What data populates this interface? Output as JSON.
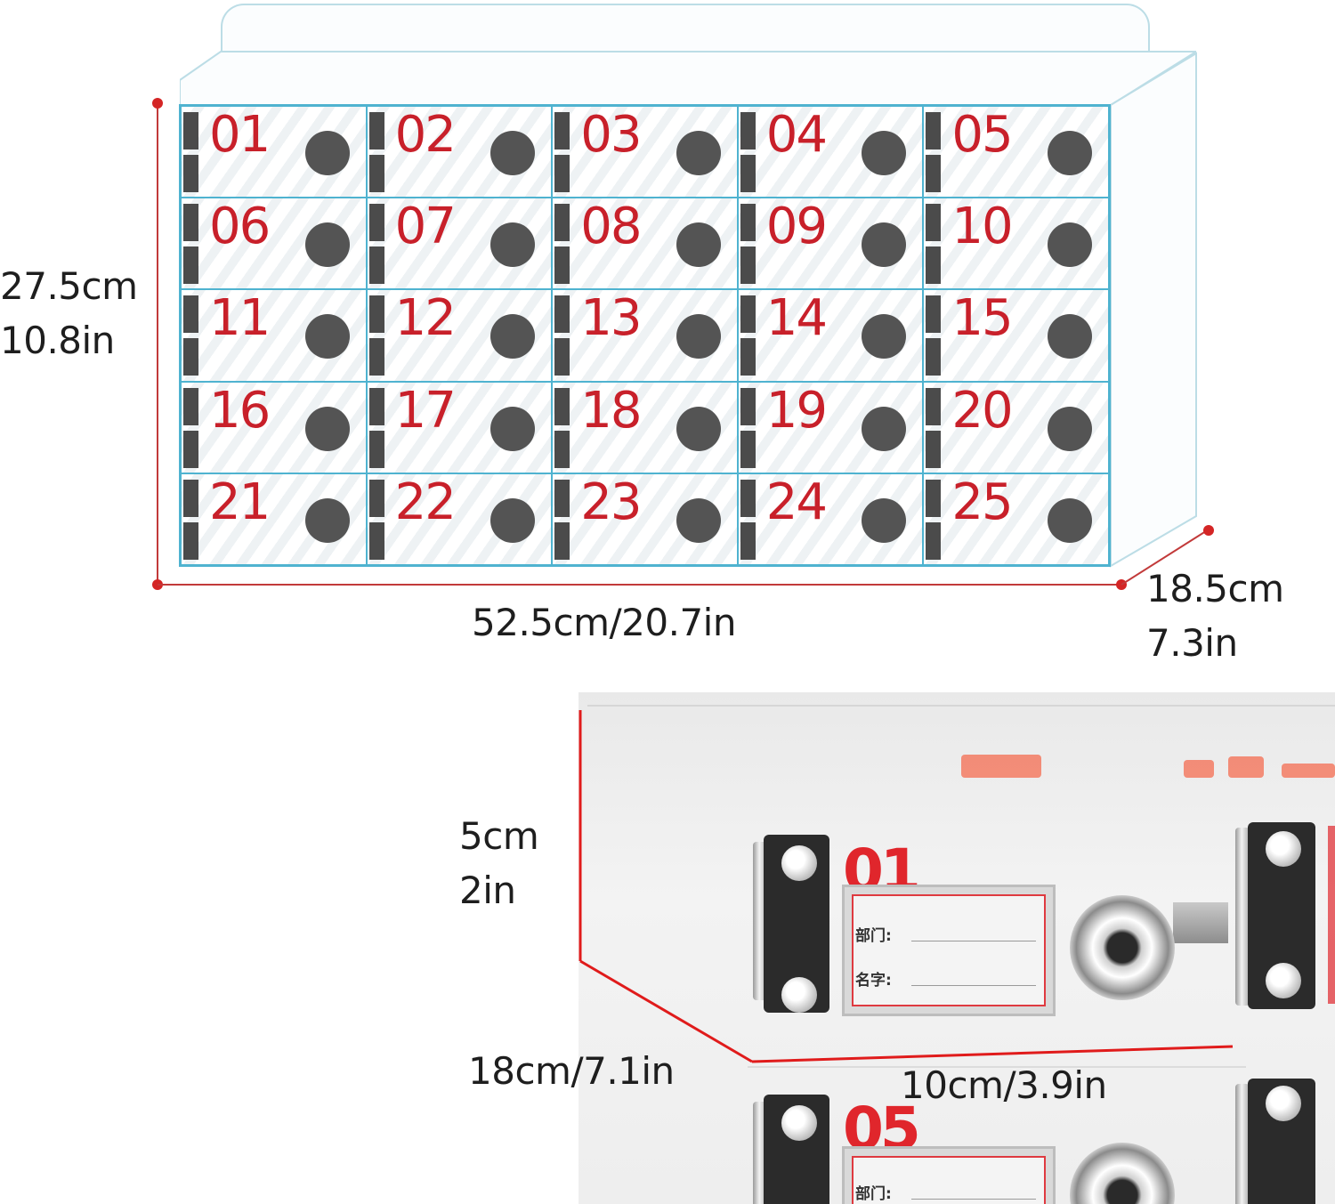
{
  "cabinet": {
    "compartments": [
      "01",
      "02",
      "03",
      "04",
      "05",
      "06",
      "07",
      "08",
      "09",
      "10",
      "11",
      "12",
      "13",
      "14",
      "15",
      "16",
      "17",
      "18",
      "19",
      "20",
      "21",
      "22",
      "23",
      "24",
      "25"
    ],
    "height_cm": "27.5cm",
    "height_in": "10.8in",
    "width": "52.5cm/20.7in",
    "depth_cm": "18.5cm",
    "depth_in": "7.3in"
  },
  "compartment_detail": {
    "height_cm": "5cm",
    "height_in": "2in",
    "depth": "18cm/7.1in",
    "width": "10cm/3.9in",
    "door_numbers": [
      "01",
      "05"
    ],
    "label_fields": [
      "部门:",
      "名字:"
    ],
    "colors": {
      "number": "#e0262c",
      "dimension_line": "#d42525",
      "cabinet_edge": "#4fb3d0"
    }
  }
}
